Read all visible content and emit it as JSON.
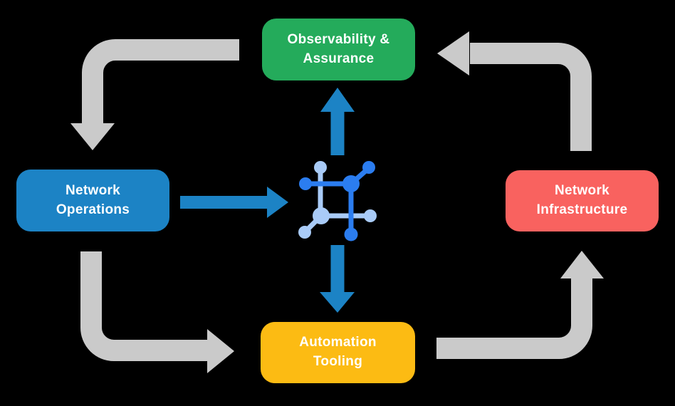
{
  "background": "#000000",
  "nodes": {
    "observability": {
      "label": "Observability &\nAssurance",
      "color": "#24AB5B"
    },
    "operations": {
      "label": "Network\nOperations",
      "color": "#1C83C5"
    },
    "infrastructure": {
      "label": "Network\nInfrastructure",
      "color": "#F9625F"
    },
    "automation": {
      "label": "Automation\nTooling",
      "color": "#FCBB13"
    }
  },
  "flows": {
    "gray": "#CACACA",
    "blue": "#1C83C5",
    "connections": [
      {
        "from": "Observability & Assurance",
        "to": "Network Operations",
        "style": "gray-elbow"
      },
      {
        "from": "Network Operations",
        "to": "Automation Tooling",
        "style": "gray-elbow"
      },
      {
        "from": "Automation Tooling",
        "to": "Network Infrastructure",
        "style": "gray-elbow"
      },
      {
        "from": "Network Infrastructure",
        "to": "Observability & Assurance",
        "style": "gray-elbow"
      },
      {
        "from": "Network Operations",
        "to": "center-icon",
        "style": "blue-straight"
      },
      {
        "from": "center-icon",
        "to": "Observability & Assurance",
        "style": "blue-straight"
      },
      {
        "from": "center-icon",
        "to": "Automation Tooling",
        "style": "blue-straight"
      }
    ]
  },
  "icon": {
    "name": "network-mesh-icon",
    "dark": "#2B7DF0",
    "light": "#A9CBF7"
  }
}
